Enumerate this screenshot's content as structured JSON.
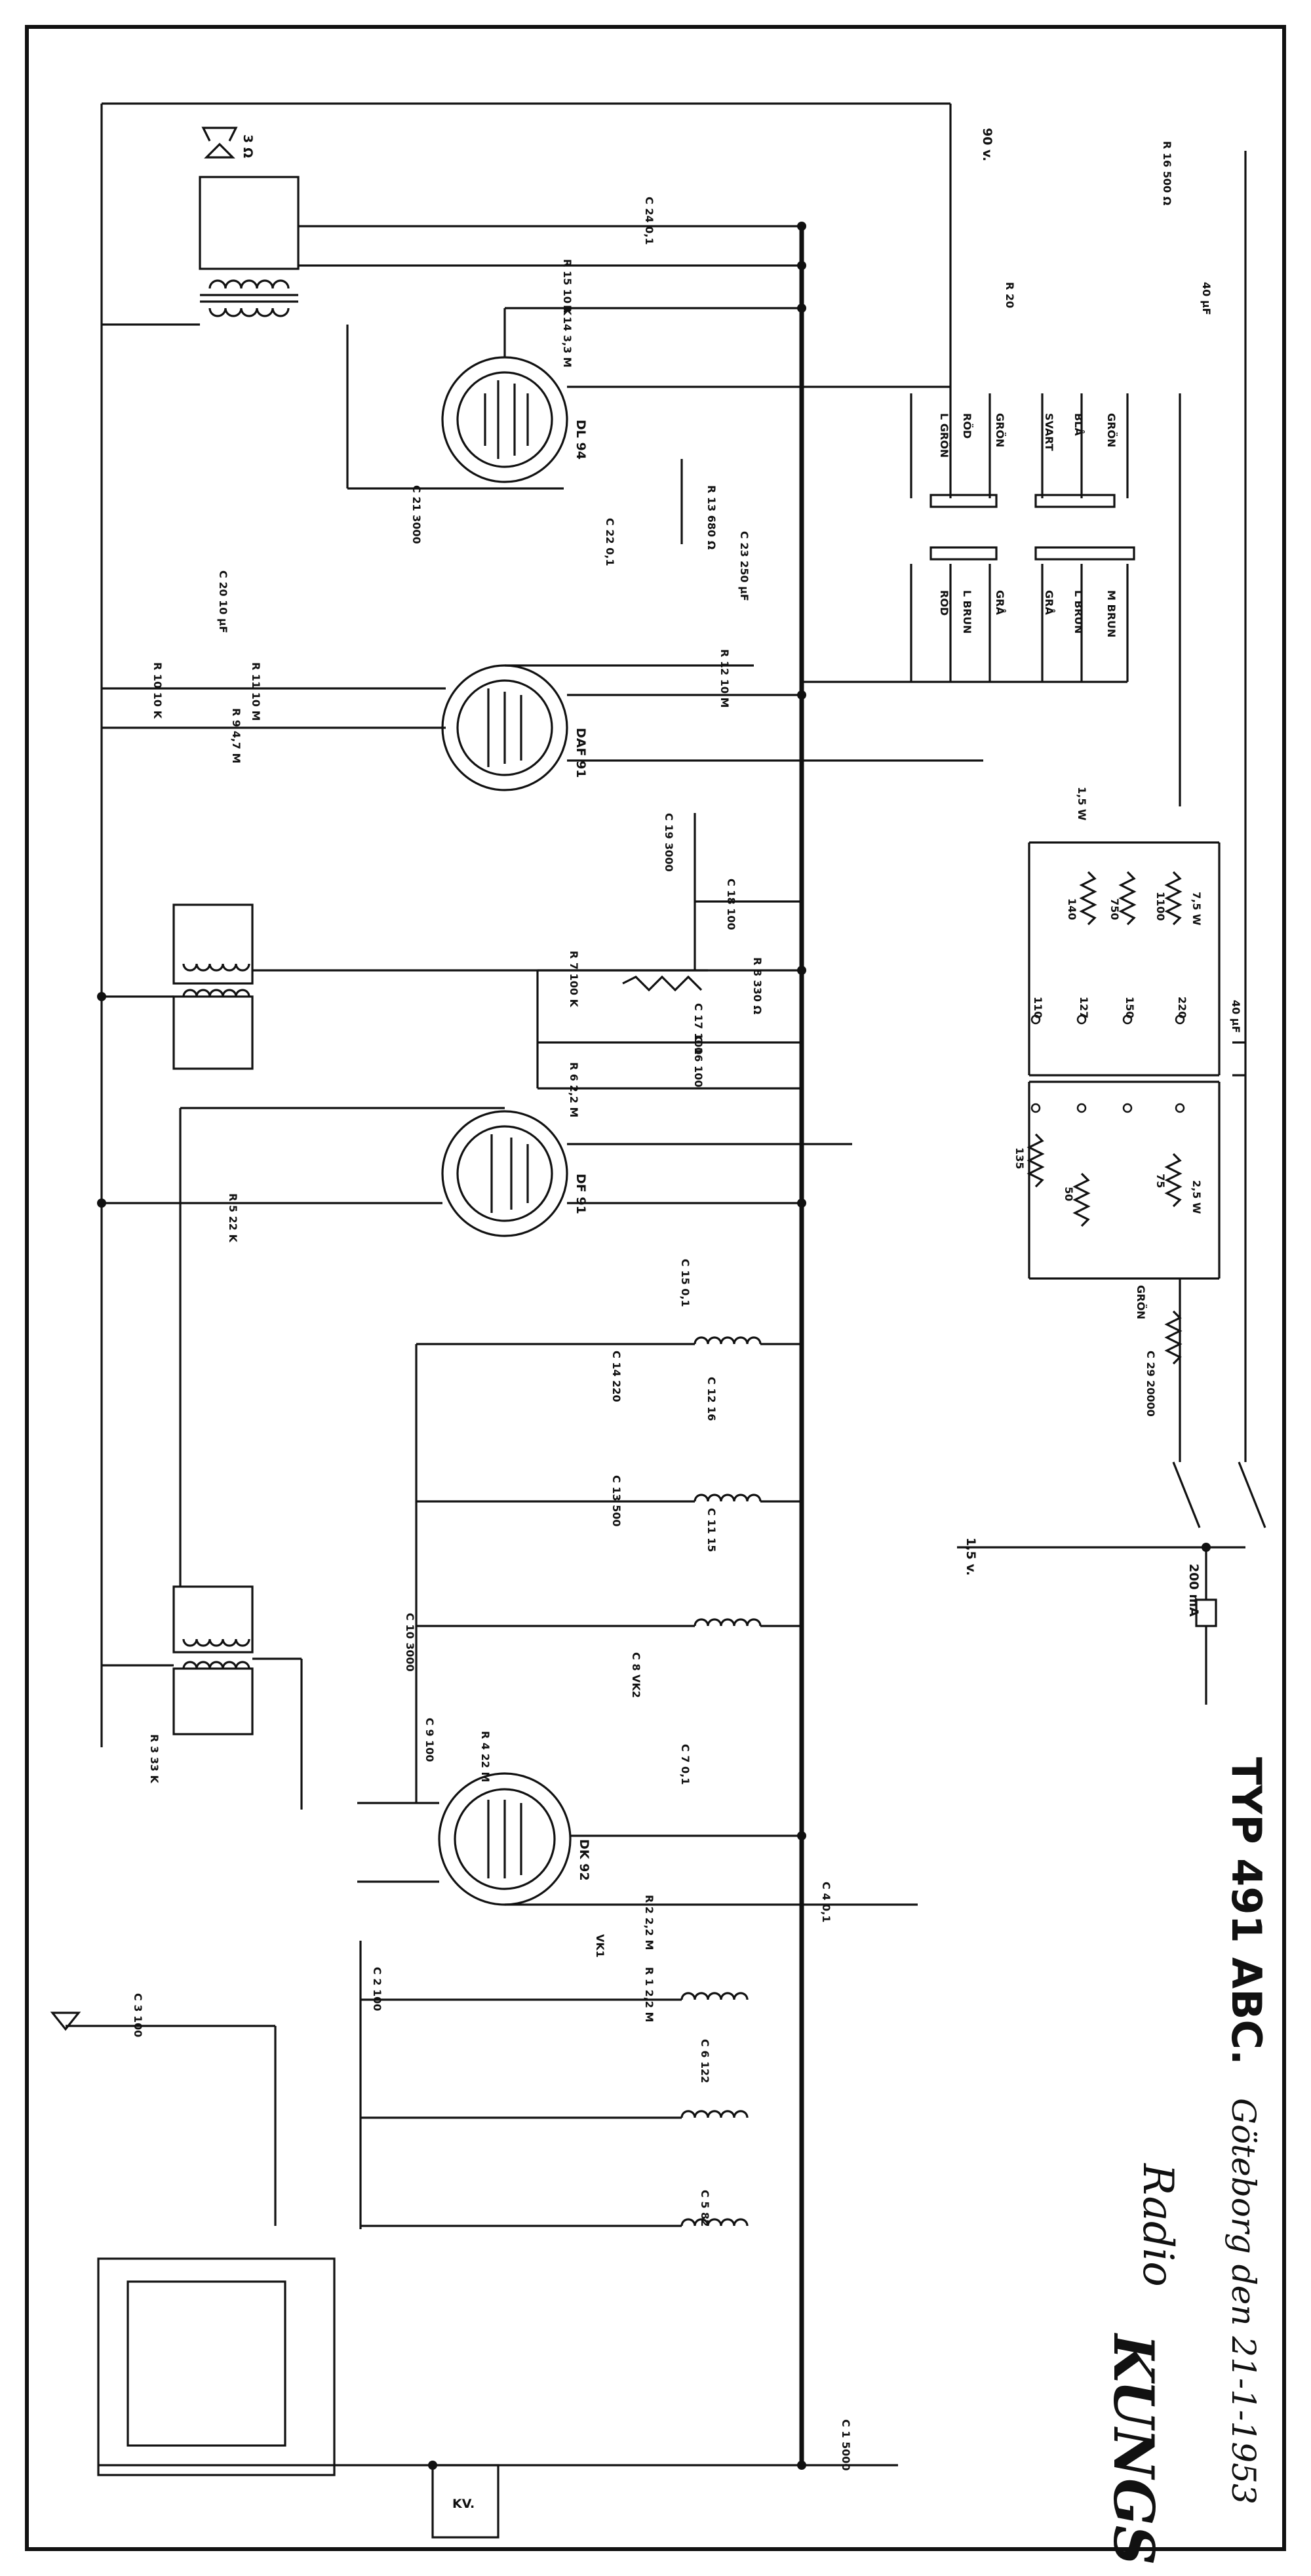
{
  "title": "TYP 491 ABC.",
  "brand": {
    "name": "KUNGS",
    "sub": "Radio"
  },
  "place_date": "Göteborg den 21-1-1953",
  "tubes": [
    "DL 94",
    "DAF 91",
    "DF 91",
    "DK 92"
  ],
  "power": {
    "hv": "90 v.",
    "lt": "1,5 v.",
    "fuse": "200 mA",
    "kv": "KV."
  },
  "speaker": "3 Ω",
  "voltage_taps": [
    "110",
    "127",
    "150",
    "220"
  ],
  "leads": [
    "L GRÖN",
    "RÖD",
    "GRÖN",
    "SVART",
    "BLÅ",
    "GRÖN",
    "RÖD",
    "L BRUN",
    "GRÅ",
    "GRÅ",
    "L BRUN",
    "M BRUN",
    "GRÖN"
  ],
  "components": [
    "C 1 5000",
    "C 2 100",
    "C 3 100",
    "C 4 0,1",
    "C 5 82",
    "C 6 122",
    "C 7 0,1",
    "C 8 VK2",
    "C 9 100",
    "C 10 3000",
    "C 11 15",
    "C 12 16",
    "C 13 500",
    "C 14 220",
    "C 15 0,1",
    "C 16 100",
    "C 17 100",
    "C 18 100",
    "C 19 3000",
    "C 20 10 µF",
    "C 21 3000",
    "C 22 0,1",
    "C 23 250 µF",
    "C 24 0,1",
    "C 29 20000",
    "VK1",
    "40 µF",
    "40 µF",
    "R 1 2,2 M",
    "R 2 2,2 M",
    "R 3 33 K",
    "R 4 22 M",
    "R 5 22 K",
    "R 6 2,2 M",
    "R 7 100 K",
    "R 8 330 Ω",
    "R 9 4,7 M",
    "R 10 10 K",
    "R 11 10 M",
    "R 12 10 M",
    "R 13 680 Ω",
    "R 14 3,3 M",
    "R 15 10 K",
    "R 16 500 Ω",
    "R 20",
    "1,5 W",
    "135",
    "50",
    "75",
    "2,5 W",
    "140",
    "750",
    "1100",
    "7,5 W"
  ]
}
